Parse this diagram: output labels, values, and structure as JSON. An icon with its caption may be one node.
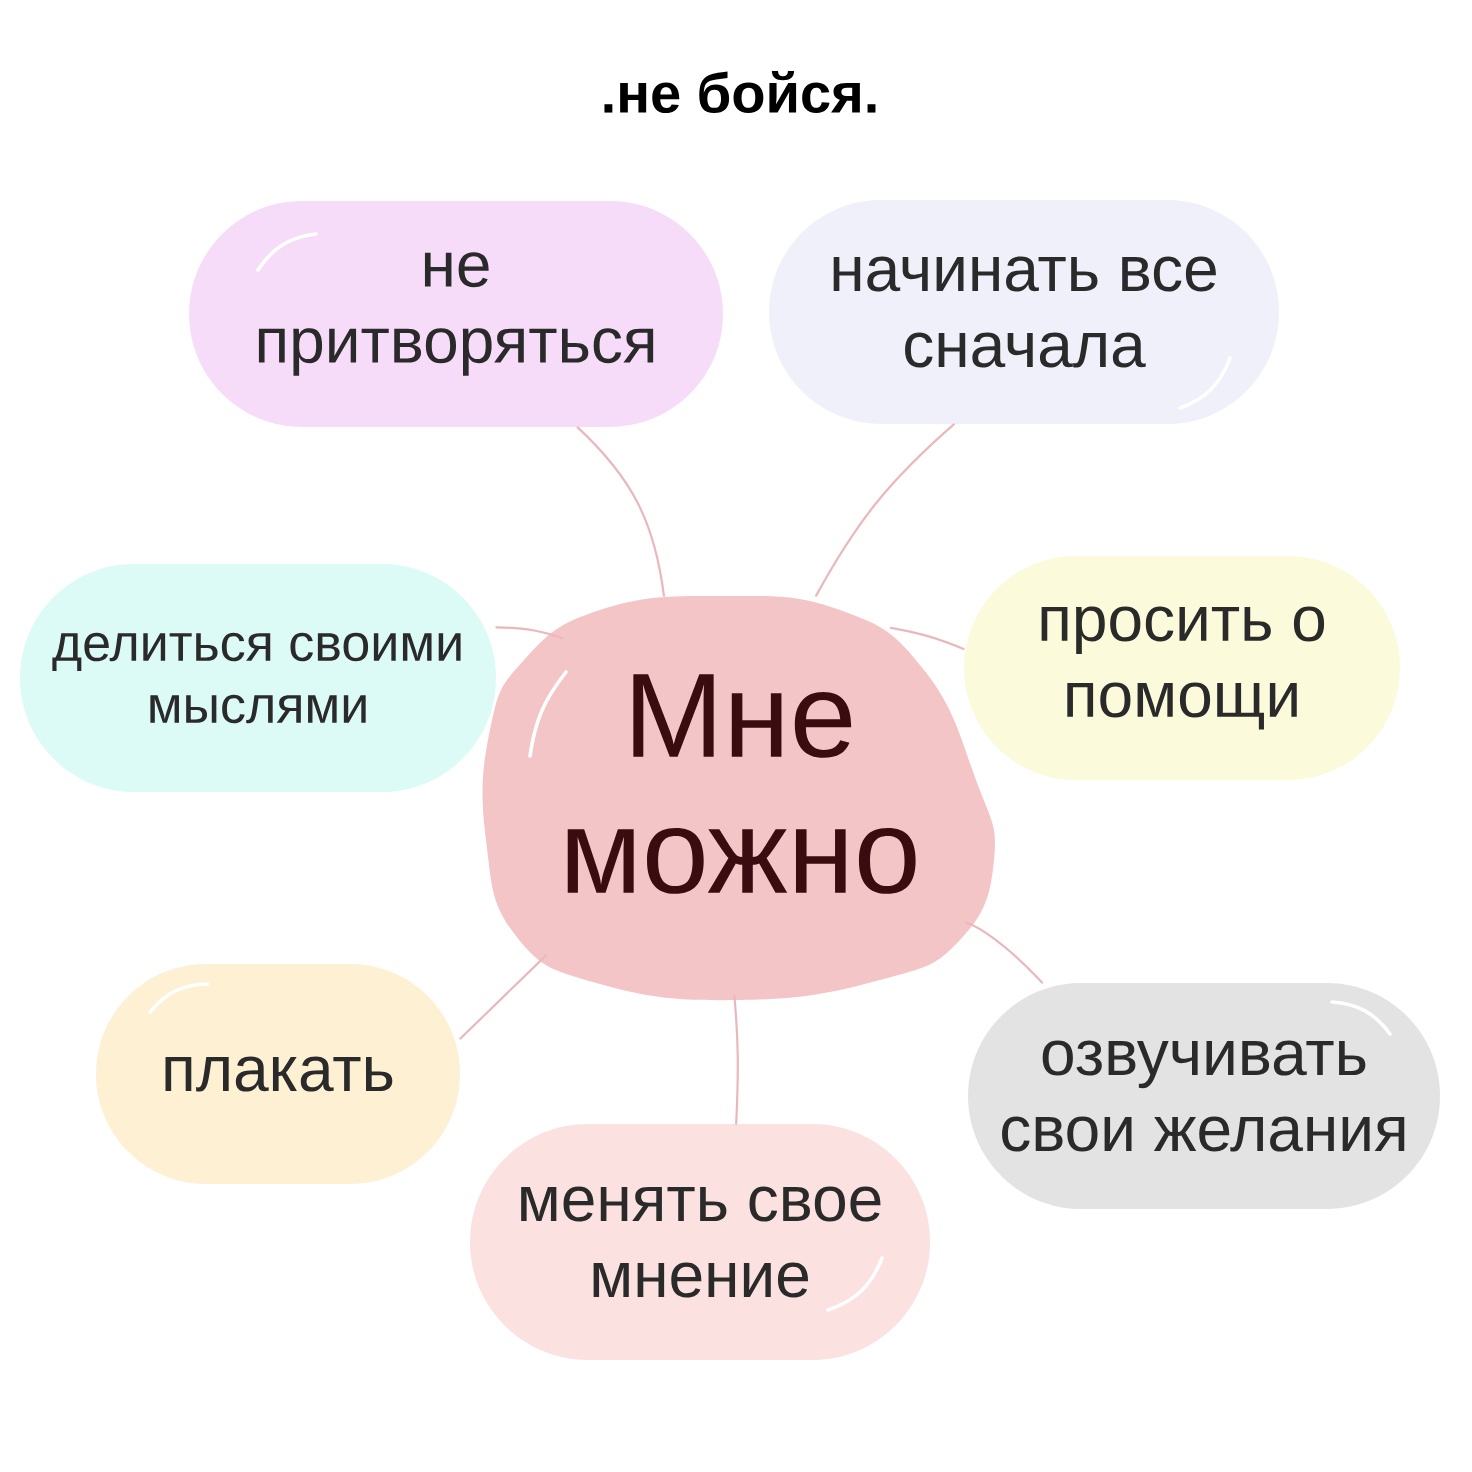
{
  "diagram": {
    "title": ".не бойся.",
    "nodes": [
      {
        "text": [
          "Мне можно"
        ]
      },
      {
        "text": [
          "не притворяться"
        ]
      },
      {
        "text": [
          "начинать все сначала"
        ]
      },
      {
        "text": [
          "делиться своими мыслями"
        ]
      },
      {
        "text": [
          "просить о помощи"
        ]
      },
      {
        "text": [
          "плакать"
        ]
      },
      {
        "text": [
          "менять свое мнение"
        ]
      },
      {
        "text": [
          "озвучивать свои желания"
        ]
      }
    ],
    "edges": [
      {
        "from": 0,
        "to": 1,
        "arrow": "none"
      },
      {
        "from": 0,
        "to": 2,
        "arrow": "none"
      },
      {
        "from": 0,
        "to": 3,
        "arrow": "none"
      },
      {
        "from": 0,
        "to": 4,
        "arrow": "none"
      },
      {
        "from": 0,
        "to": 5,
        "arrow": "none"
      },
      {
        "from": 0,
        "to": 6,
        "arrow": "none"
      },
      {
        "from": 0,
        "to": 7,
        "arrow": "none"
      }
    ]
  }
}
